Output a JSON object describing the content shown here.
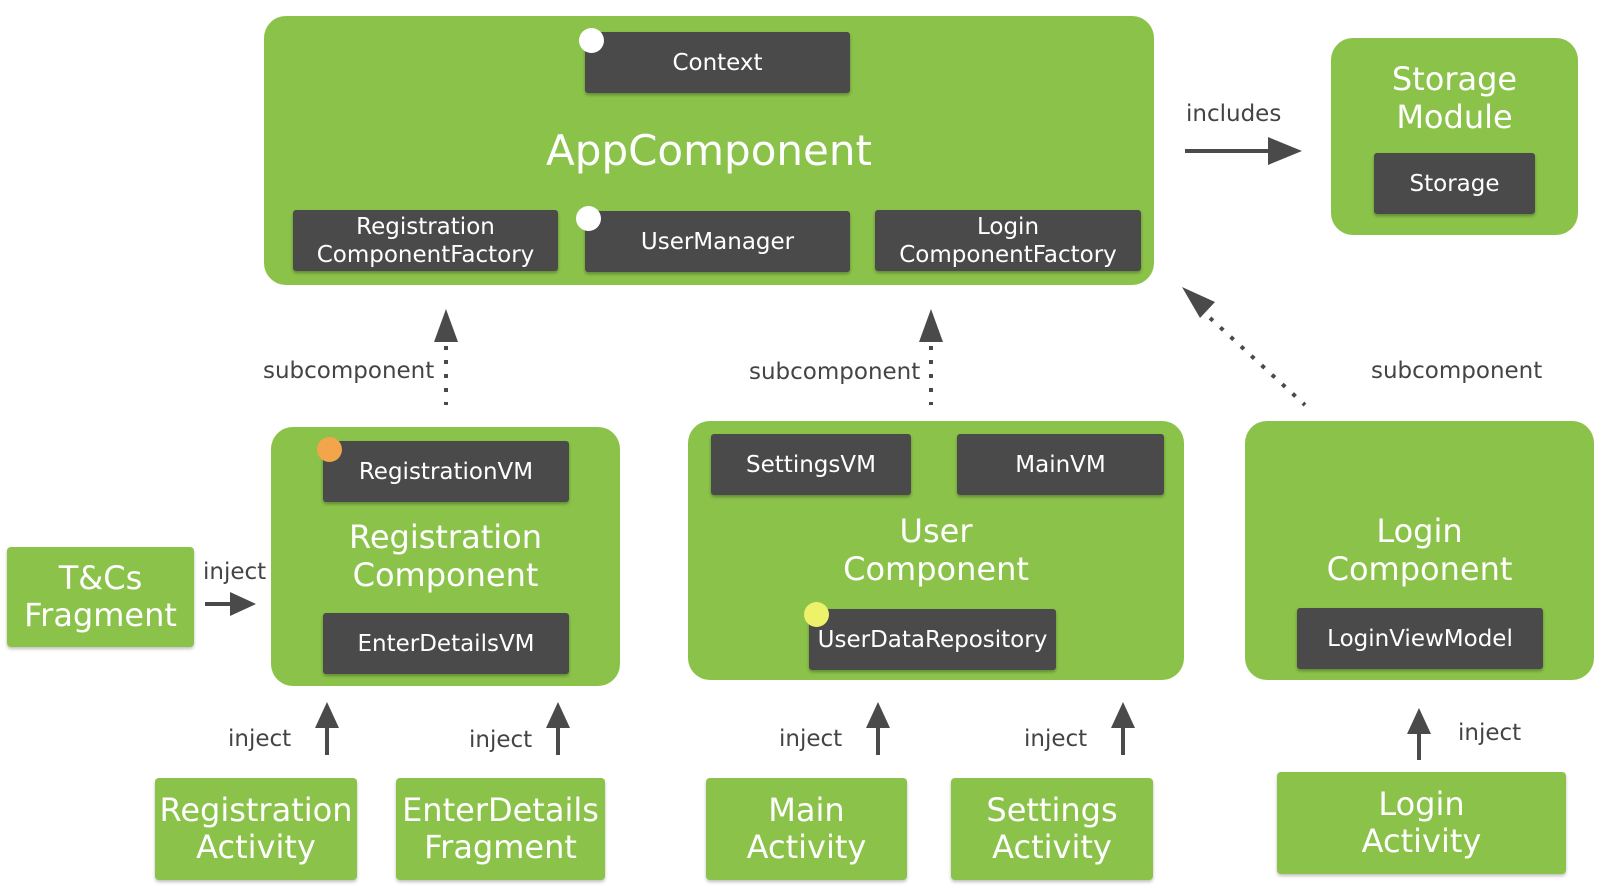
{
  "app_component": {
    "title": "AppComponent",
    "context": "Context",
    "registration_factory": [
      "Registration",
      "ComponentFactory"
    ],
    "user_manager": "UserManager",
    "login_factory": [
      "Login",
      "ComponentFactory"
    ]
  },
  "storage_module": {
    "title": [
      "Storage",
      "Module"
    ],
    "storage": "Storage"
  },
  "registration_component": {
    "title": [
      "Registration",
      "Component"
    ],
    "registration_vm": "RegistrationVM",
    "enter_details_vm": "EnterDetailsVM"
  },
  "user_component": {
    "title": [
      "User",
      "Component"
    ],
    "settings_vm": "SettingsVM",
    "main_vm": "MainVM",
    "user_data_repository": "UserDataRepository"
  },
  "login_component": {
    "title": [
      "Login",
      "Component"
    ],
    "login_view_model": "LoginViewModel"
  },
  "tcs_fragment": [
    "T&Cs",
    "Fragment"
  ],
  "registration_activity": [
    "Registration",
    "Activity"
  ],
  "enter_details_fragment": [
    "EnterDetails",
    "Fragment"
  ],
  "main_activity": [
    "Main",
    "Activity"
  ],
  "settings_activity": [
    "Settings",
    "Activity"
  ],
  "login_activity": [
    "Login",
    "Activity"
  ],
  "labels": {
    "includes": "includes",
    "subcomponent": "subcomponent",
    "inject": "inject"
  },
  "colors": {
    "component_green": "#8bc34a",
    "class_dark": "#4a4a4a",
    "dot_white": "#ffffff",
    "dot_orange": "#f2a54a",
    "dot_yellow": "#eef26a",
    "arrow": "#4a4a4a"
  }
}
